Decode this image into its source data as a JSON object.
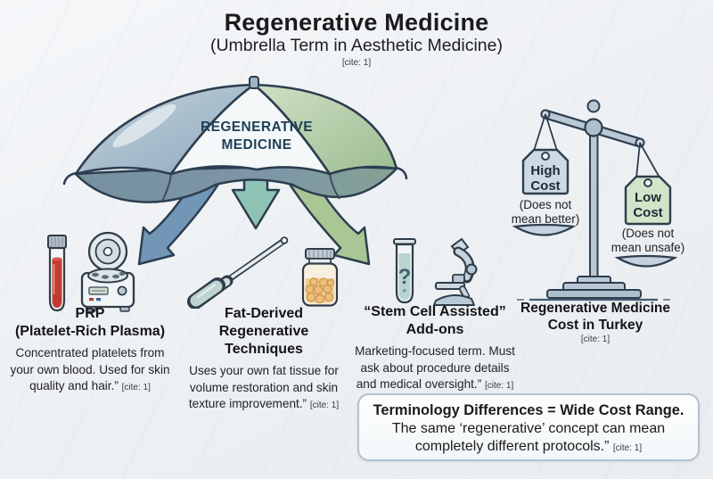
{
  "header": {
    "title": "Regenerative Medicine",
    "subtitle": "(Umbrella Term in Aesthetic Medicine)"
  },
  "cite": "[cite: 1]",
  "umbrella": {
    "label_line1": "REGENERATIVE",
    "label_line2": "MEDICINE"
  },
  "columns": [
    {
      "title": "PRP",
      "subtitle": "(Platelet-Rich Plasma)",
      "description": "Concentrated platelets from your own blood. Used for skin quality and hair.”"
    },
    {
      "title": "Fat-Derived Regenerative Techniques",
      "description": "Uses your own fat tissue for volume restoration and skin texture improvement.”"
    },
    {
      "title": "“Stem Cell Assisted” Add-ons",
      "description": "Marketing-focused term. Must ask about procedure details and medical oversight.”"
    }
  ],
  "icons": {
    "question_mark": "?"
  },
  "scale": {
    "high_tag": "High Cost",
    "high_note": "(Does not mean better)",
    "low_tag": "Low Cost",
    "low_note": "(Does not mean unsafe)",
    "caption_line1": "Regenerative Medicine",
    "caption_line2": "Cost in Turkey"
  },
  "footer_box": {
    "headline": "Terminology Differences = Wide Cost Range.",
    "body": "The same ‘regenerative’ concept can mean completely different protocols.”"
  },
  "colors": {
    "outline": "#2d3e50",
    "umbrella_left_panel": "#a7bdcc",
    "umbrella_center_panel": "#f5f8f9",
    "umbrella_right_panel": "#b2c9a6",
    "umbrella_underside": "#7c96a8",
    "arrow_blue": "#7296b6",
    "arrow_teal": "#8ec3b6",
    "arrow_green": "#a9c795",
    "high_cost_tag": "#cddae4",
    "low_cost_tag": "#d2e5c8",
    "blood_red": "#c23b33",
    "fat_orange": "#edbf7b",
    "metal_gray": "#b9c8d3"
  }
}
